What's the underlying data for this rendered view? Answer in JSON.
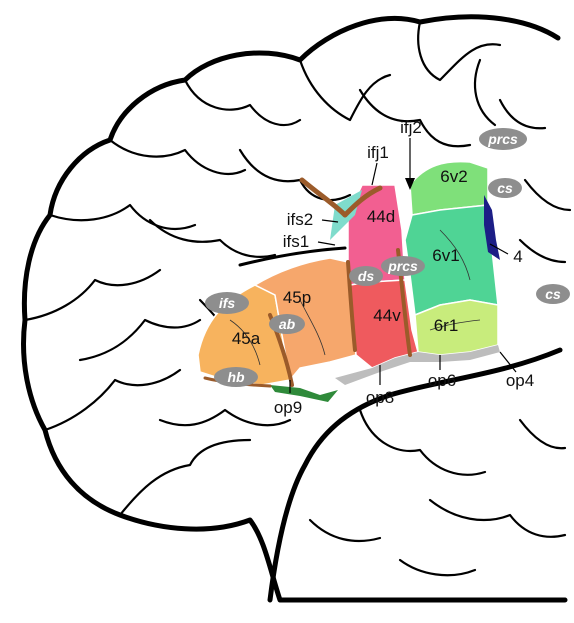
{
  "colors": {
    "a45a": "#f7b35e",
    "a45p": "#f6a76c",
    "a44d": "#f25f91",
    "a44v": "#ef5a5e",
    "a6v2": "#7fe07a",
    "a6v1": "#4fd495",
    "a6r1": "#c8ec7c",
    "a4": "#1c1e86",
    "ifs_strip": "#7fdccc",
    "op_gray": "#bdbdbd",
    "op9": "#2f8a3a",
    "sulcus_brown": "#9b5b2a",
    "sulcus_oval": "#8e8e8e"
  },
  "areas": {
    "a45a": "45a",
    "a45p": "45p",
    "a44d": "44d",
    "a44v": "44v",
    "a6v2": "6v2",
    "a6v1": "6v1",
    "a6r1": "6r1"
  },
  "pointer_labels": {
    "ifj1": "ifj1",
    "ifj2": "ifj2",
    "ifs2": "ifs2",
    "ifs1": "ifs1",
    "area4": "4",
    "op9": "op9",
    "op8": "op8",
    "op6": "op6",
    "op4": "op4"
  },
  "sulci": {
    "prcs_top": "prcs",
    "cs_top": "cs",
    "cs_right": "cs",
    "ifs": "ifs",
    "ab": "ab",
    "hb": "hb",
    "ds": "ds",
    "prcs_mid": "prcs"
  }
}
